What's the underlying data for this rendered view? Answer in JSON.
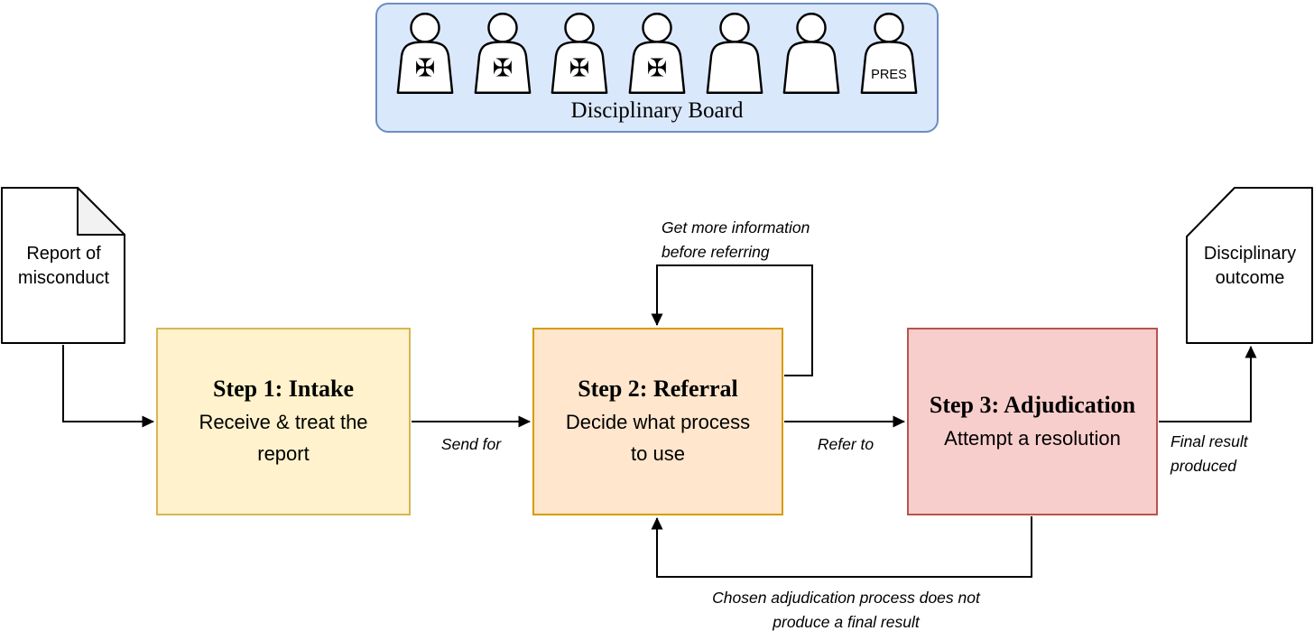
{
  "board": {
    "label": "Disciplinary Board",
    "members": [
      {
        "badge": "✠",
        "role": "cross-member"
      },
      {
        "badge": "✠",
        "role": "cross-member"
      },
      {
        "badge": "✠",
        "role": "cross-member"
      },
      {
        "badge": "✠",
        "role": "cross-member"
      },
      {
        "badge": "",
        "role": "member"
      },
      {
        "badge": "",
        "role": "member"
      },
      {
        "badge": "PRES",
        "role": "president"
      }
    ]
  },
  "documents": {
    "report": {
      "text": "Report of misconduct"
    },
    "outcome": {
      "text": "Disciplinary outcome"
    }
  },
  "steps": [
    {
      "title": "Step 1: Intake",
      "subtitle": "Receive & treat the report",
      "fill": "#FFF2CC",
      "stroke": "#D6B656"
    },
    {
      "title": "Step 2: Referral",
      "subtitle": "Decide what process to use",
      "fill": "#FFE6CC",
      "stroke": "#D79B00"
    },
    {
      "title": "Step 3: Adjudication",
      "subtitle": "Attempt a resolution",
      "fill": "#F8CECC",
      "stroke": "#B85450"
    }
  ],
  "edges": {
    "send_for": "Send for",
    "refer_to": "Refer to",
    "self_loop": "Get more information before referring",
    "final_result": "Final result produced",
    "feedback": "Chosen adjudication process does not produce a final result"
  },
  "colors": {
    "board_fill": "#DAE8FC",
    "board_stroke": "#6C8EBF",
    "document_fill": "#FFFFFF",
    "document_flap": "#F2F2F2",
    "line": "#000000"
  }
}
